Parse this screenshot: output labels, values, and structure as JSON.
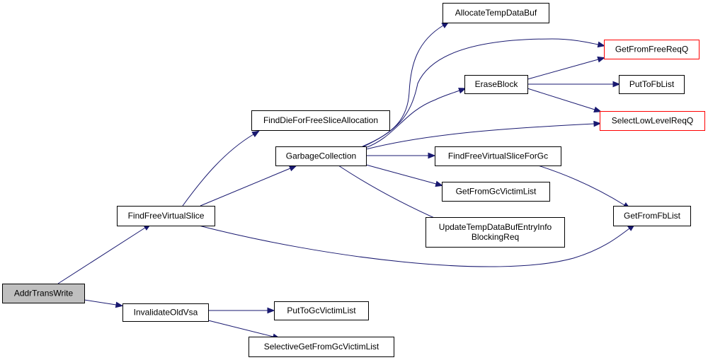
{
  "graph": {
    "edge_color": "#191970",
    "highlight_border_color": "#ff0000",
    "root_fill": "#bfbfbf",
    "nodes": [
      {
        "id": "AddrTransWrite",
        "label": "AddrTransWrite",
        "root": true
      },
      {
        "id": "FindFreeVirtualSlice",
        "label": "FindFreeVirtualSlice"
      },
      {
        "id": "InvalidateOldVsa",
        "label": "InvalidateOldVsa"
      },
      {
        "id": "FindDieForFreeSliceAllocation",
        "label": "FindDieForFreeSliceAllocation"
      },
      {
        "id": "GarbageCollection",
        "label": "GarbageCollection"
      },
      {
        "id": "GetFromFbList",
        "label": "GetFromFbList"
      },
      {
        "id": "PutToGcVictimList",
        "label": "PutToGcVictimList"
      },
      {
        "id": "SelectiveGetFromGcVictimList",
        "label": "SelectiveGetFromGcVictimList"
      },
      {
        "id": "AllocateTempDataBuf",
        "label": "AllocateTempDataBuf"
      },
      {
        "id": "GetFromFreeReqQ",
        "label": "GetFromFreeReqQ",
        "highlight": true
      },
      {
        "id": "EraseBlock",
        "label": "EraseBlock"
      },
      {
        "id": "SelectLowLevelReqQ",
        "label": "SelectLowLevelReqQ",
        "highlight": true
      },
      {
        "id": "FindFreeVirtualSliceForGc",
        "label": "FindFreeVirtualSliceForGc"
      },
      {
        "id": "GetFromGcVictimList",
        "label": "GetFromGcVictimList"
      },
      {
        "id": "UpdateTempDataBufEntryInfoBlockingReq",
        "label": [
          "UpdateTempDataBufEntryInfo",
          "BlockingReq"
        ]
      },
      {
        "id": "PutToFbList",
        "label": "PutToFbList"
      }
    ],
    "edges": [
      {
        "from": "AddrTransWrite",
        "to": "FindFreeVirtualSlice"
      },
      {
        "from": "AddrTransWrite",
        "to": "InvalidateOldVsa"
      },
      {
        "from": "FindFreeVirtualSlice",
        "to": "FindDieForFreeSliceAllocation"
      },
      {
        "from": "FindFreeVirtualSlice",
        "to": "GarbageCollection"
      },
      {
        "from": "FindFreeVirtualSlice",
        "to": "GetFromFbList"
      },
      {
        "from": "GarbageCollection",
        "to": "AllocateTempDataBuf"
      },
      {
        "from": "GarbageCollection",
        "to": "GetFromFreeReqQ"
      },
      {
        "from": "GarbageCollection",
        "to": "EraseBlock"
      },
      {
        "from": "GarbageCollection",
        "to": "SelectLowLevelReqQ"
      },
      {
        "from": "GarbageCollection",
        "to": "FindFreeVirtualSliceForGc"
      },
      {
        "from": "GarbageCollection",
        "to": "GetFromGcVictimList"
      },
      {
        "from": "GarbageCollection",
        "to": "UpdateTempDataBufEntryInfoBlockingReq"
      },
      {
        "from": "EraseBlock",
        "to": "GetFromFreeReqQ"
      },
      {
        "from": "EraseBlock",
        "to": "PutToFbList"
      },
      {
        "from": "EraseBlock",
        "to": "SelectLowLevelReqQ"
      },
      {
        "from": "FindFreeVirtualSliceForGc",
        "to": "GetFromFbList"
      },
      {
        "from": "InvalidateOldVsa",
        "to": "PutToGcVictimList"
      },
      {
        "from": "InvalidateOldVsa",
        "to": "SelectiveGetFromGcVictimList"
      }
    ]
  }
}
